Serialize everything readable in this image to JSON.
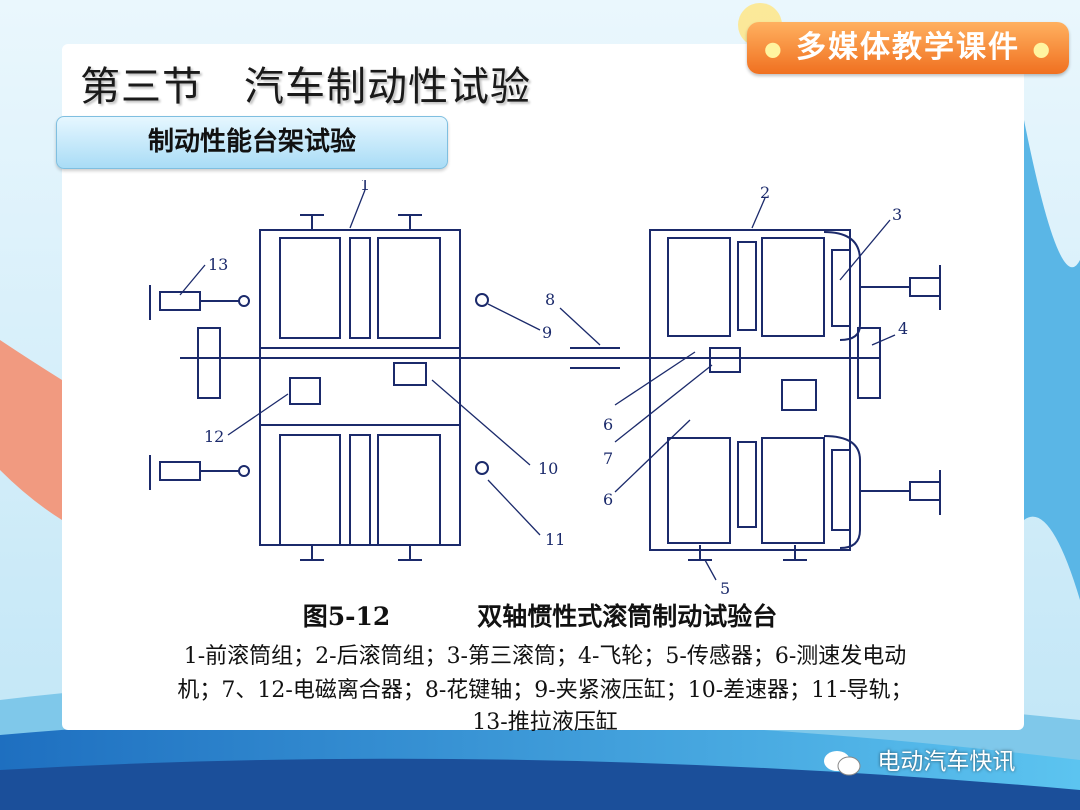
{
  "slide": {
    "title": "第三节　汽车制动性试验",
    "badge": "多媒体教学课件",
    "section": "制动性能台架试验"
  },
  "figure": {
    "number": "图5-12",
    "name": "双轴惯性式滚筒制动试验台",
    "legend_lines": [
      "1-前滚筒组；2-后滚筒组；3-第三滚筒；4-飞轮；5-传感器；6-测速发电动",
      "机；7、12-电磁离合器；8-花键轴；9-夹紧液压缸；10-差速器；11-导轨；",
      "13-推拉液压缸"
    ],
    "callouts": [
      "1",
      "2",
      "3",
      "4",
      "5",
      "6",
      "6",
      "7",
      "8",
      "9",
      "10",
      "11",
      "12",
      "13"
    ]
  },
  "watermark": {
    "text": "电动汽车快讯",
    "icon": "wechat-icon"
  },
  "colors": {
    "line": "#1b2a6b",
    "badge": "#f07a26",
    "section": "#bfe6f8"
  }
}
